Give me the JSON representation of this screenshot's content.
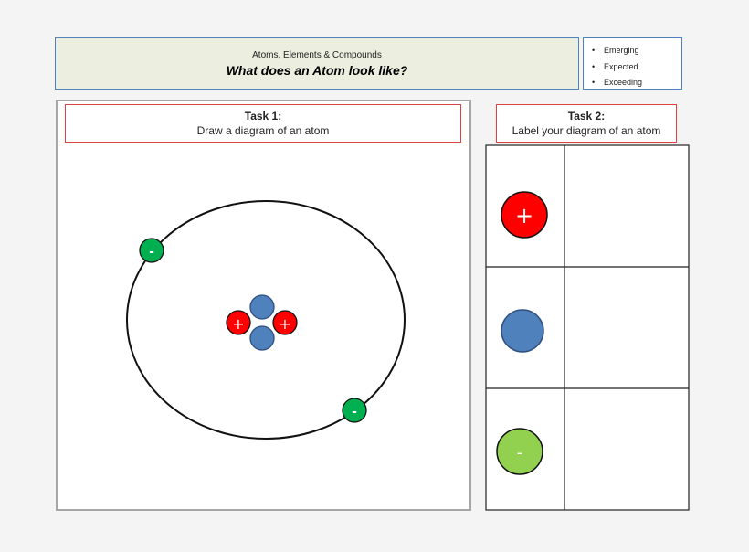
{
  "header": {
    "subtitle": "Atoms, Elements & Compounds",
    "title": "What does an Atom look like?"
  },
  "levels": [
    "Emerging",
    "Expected",
    "Exceeding"
  ],
  "task1": {
    "title": "Task 1:",
    "description": "Draw a diagram of an atom"
  },
  "task2": {
    "title": "Task 2:",
    "description": "Label your diagram of an atom"
  },
  "particles": {
    "proton": {
      "symbol": "+",
      "color": "#ff0000"
    },
    "neutron": {
      "color": "#4f81bd"
    },
    "electron": {
      "symbol": "-",
      "color": "#00b050"
    },
    "electron_label_color": "#92d050"
  }
}
